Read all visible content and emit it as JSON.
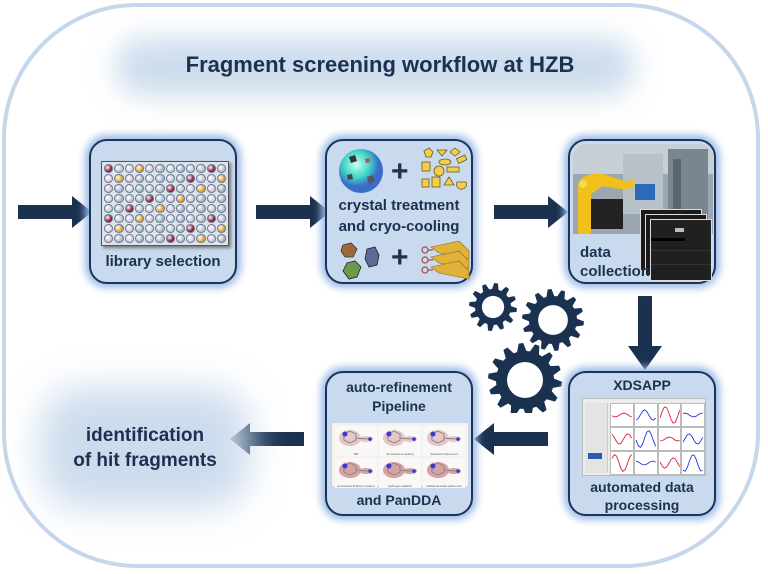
{
  "title": "Fragment screening workflow at HZB",
  "colors": {
    "navy": "#1b3150",
    "box_fill": "#c9daee",
    "box_border": "#1d3458",
    "glow": "#9bbbe8",
    "frame": "#c5d7ea",
    "fragment_yellow": "#f2cf4a"
  },
  "steps": [
    {
      "id": "library",
      "label": "library selection",
      "icon": "96-well-plate-image"
    },
    {
      "id": "crystal",
      "label_line1": "crystal treatment",
      "label_line2": "and cryo-cooling",
      "icons": [
        "crystal-drop-image",
        "fragment-shapes-icon",
        "crystals-image",
        "crystal-tray-image"
      ],
      "plus": "+"
    },
    {
      "id": "collection",
      "label_line1": "data",
      "label_line2": "collection",
      "icons": [
        "robot-beamline-photo",
        "diffraction-images"
      ]
    },
    {
      "id": "processing",
      "header": "XDSAPP",
      "label_line1": "automated data",
      "label_line2": "processing",
      "icon": "xdsapp-screenshot"
    },
    {
      "id": "refinement",
      "label_line1": "auto-refinement",
      "label_line2": "Pipeline",
      "label_line3": "and PanDDA",
      "icon": "refinement-panels",
      "panels": [
        "MR",
        "Simulated annealing",
        "Standard refinement",
        "Anisotropic B factors (water)",
        "Hydrogen addition",
        "Additional water placement"
      ]
    },
    {
      "id": "hits",
      "label_line1": "identification",
      "label_line2": "of hit fragments"
    }
  ],
  "decor": {
    "gears": "gears-icon",
    "arrow": "arrow-icon"
  }
}
